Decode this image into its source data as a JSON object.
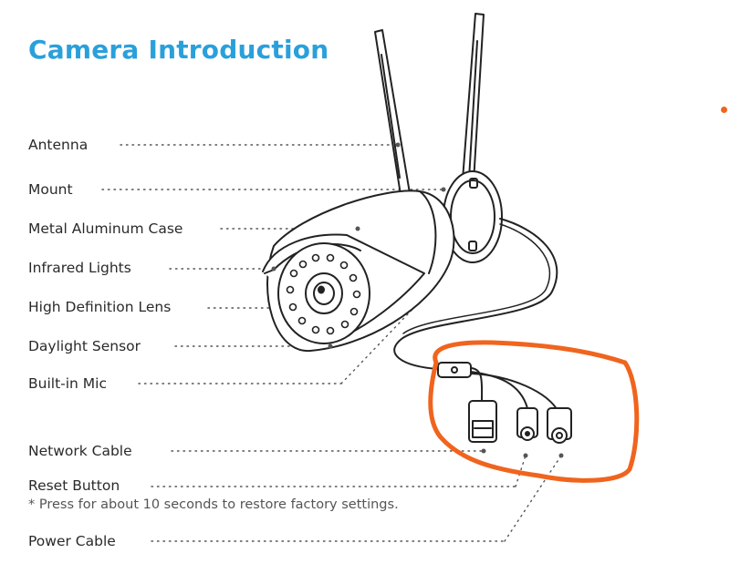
{
  "title": "Camera Introduction",
  "labels": {
    "antenna": "Antenna",
    "mount": "Mount",
    "case": "Metal Aluminum Case",
    "infrared": "Infrared Lights",
    "lens": "High Definition Lens",
    "daylight": "Daylight Sensor",
    "mic": "Built-in Mic",
    "network": "Network Cable",
    "reset": "Reset Button",
    "reset_note": "* Press for about 10 seconds to restore factory settings.",
    "power": "Power Cable"
  },
  "colors": {
    "title": "#2aa0db",
    "highlight": "#f0641e",
    "line": "#222222"
  }
}
